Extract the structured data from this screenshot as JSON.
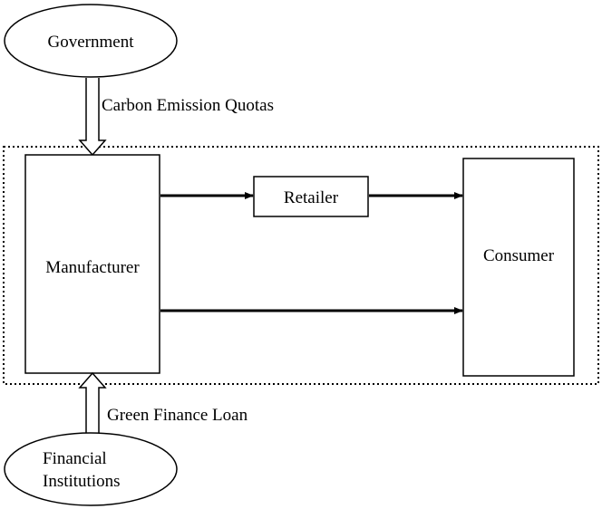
{
  "nodes": {
    "government": "Government",
    "manufacturer": "Manufacturer",
    "retailer": "Retailer",
    "consumer": "Consumer",
    "financial_line1": "Financial",
    "financial_line2": "Institutions"
  },
  "edges": {
    "carbon_quotas": "Carbon Emission Quotas",
    "green_loan": "Green Finance Loan"
  }
}
